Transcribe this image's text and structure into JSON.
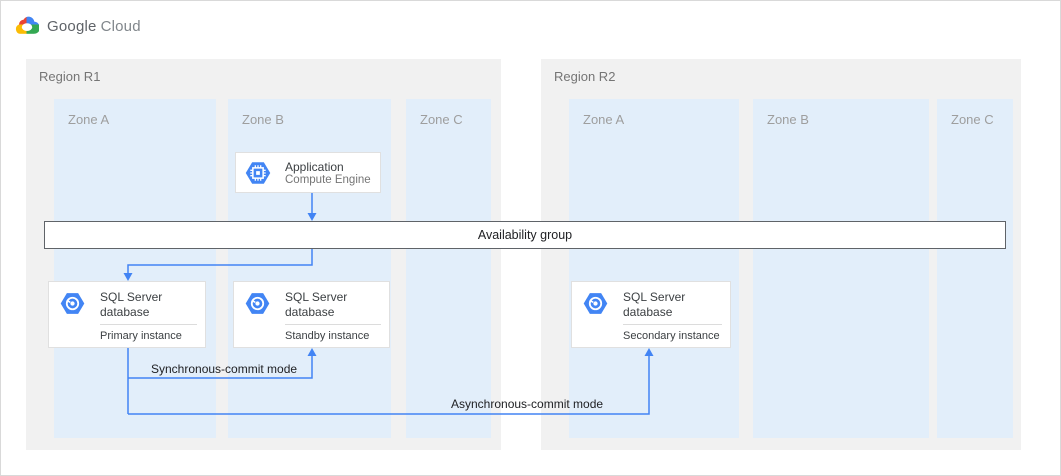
{
  "logo": {
    "google": "Google",
    "cloud": "Cloud"
  },
  "regions": [
    {
      "label": "Region R1",
      "zones": [
        {
          "label": "Zone A"
        },
        {
          "label": "Zone B"
        },
        {
          "label": "Zone C"
        }
      ]
    },
    {
      "label": "Region R2",
      "zones": [
        {
          "label": "Zone A"
        },
        {
          "label": "Zone B"
        },
        {
          "label": "Zone C"
        }
      ]
    }
  ],
  "nodes": {
    "application": {
      "title": "Application",
      "subtitle": "Compute Engine",
      "icon": "compute-engine-icon"
    },
    "availability_group": {
      "label": "Availability group"
    },
    "sql_primary": {
      "title": "SQL Server database",
      "instance": "Primary instance",
      "icon": "sql-database-icon"
    },
    "sql_standby": {
      "title": "SQL Server database",
      "instance": "Standby instance",
      "icon": "sql-database-icon"
    },
    "sql_secondary": {
      "title": "SQL Server database",
      "instance": "Secondary instance",
      "icon": "sql-database-icon"
    }
  },
  "edges": {
    "app_to_availability_group": {
      "from": "Application",
      "to": "Availability group"
    },
    "availability_group_to_primary": {
      "from": "Availability group",
      "to": "Primary instance"
    },
    "sync": {
      "label": "Synchronous-commit mode",
      "from": "Primary instance",
      "to": "Standby instance"
    },
    "async": {
      "label": "Asynchronous-commit mode",
      "from": "Primary instance",
      "to": "Secondary instance"
    }
  },
  "colors": {
    "region_bg": "#f1f1f1",
    "zone_bg": "#e2eefa",
    "connector_blue": "#4284f4",
    "hexagon_blue": "#4285f4",
    "bar_border": "#5f6368",
    "box_border": "#e0e0e0",
    "region_label": "#757575",
    "zone_label": "#9e9e9e",
    "text_primary": "#3c4043",
    "text_secondary": "#757575",
    "logo_red": "#ea4335",
    "logo_blue": "#4285f4",
    "logo_green": "#34a853",
    "logo_yellow": "#fbbc05"
  }
}
